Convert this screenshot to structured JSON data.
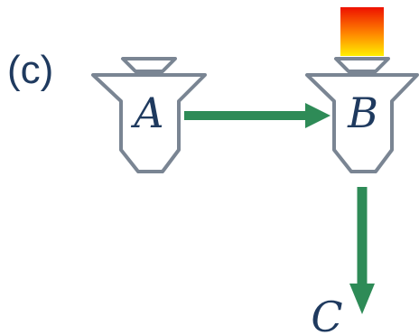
{
  "panel_label": "(c)",
  "nodes": {
    "a": {
      "label": "A"
    },
    "b": {
      "label": "B"
    },
    "c": {
      "label": "C"
    }
  },
  "colors": {
    "label_text": "#1f3a5f",
    "container_outline": "#7a8593",
    "arrow": "#2e8b57",
    "heat_top": "#ee1100",
    "heat_mid": "#ff8800",
    "heat_bottom": "#ffee00"
  }
}
